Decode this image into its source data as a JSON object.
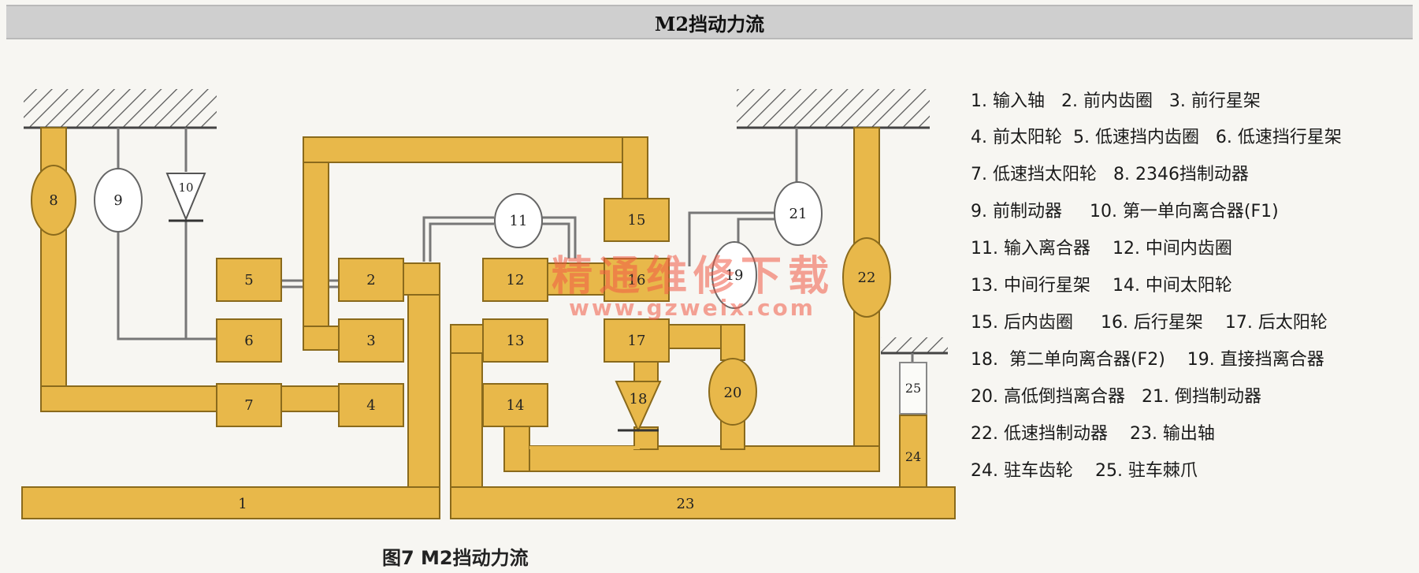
{
  "title": "M2挡动力流",
  "caption": "图7  M2挡动力流",
  "watermark": {
    "text": "精通维修下载",
    "url": "www.gzweix.com"
  },
  "colors": {
    "component_fill": "#e8b84a",
    "line": "#8a6a1c",
    "ground": "#555555",
    "background": "#f7f6f2"
  },
  "components": {
    "c1": "1",
    "c2": "2",
    "c3": "3",
    "c4": "4",
    "c5": "5",
    "c6": "6",
    "c7": "7",
    "c8": "8",
    "c9": "9",
    "c10": "10",
    "c11": "11",
    "c12": "12",
    "c13": "13",
    "c14": "14",
    "c15": "15",
    "c16": "16",
    "c17": "17",
    "c18": "18",
    "c19": "19",
    "c20": "20",
    "c21": "21",
    "c22": "22",
    "c23": "23",
    "c24": "24",
    "c25": "25"
  },
  "legend": [
    "1. 输入轴   2. 前内齿圈   3. 前行星架",
    "4. 前太阳轮  5. 低速挡内齿圈   6. 低速挡行星架",
    "7. 低速挡太阳轮   8. 2346挡制动器",
    "9. 前制动器     10. 第一单向离合器(F1)",
    "11. 输入离合器    12. 中间内齿圈",
    "13. 中间行星架    14. 中间太阳轮",
    "15. 后内齿圈     16. 后行星架    17. 后太阳轮",
    "18.  第二单向离合器(F2)    19. 直接挡离合器",
    "20. 高低倒挡离合器   21. 倒挡制动器",
    "22. 低速挡制动器    23. 输出轴",
    "24. 驻车齿轮    25. 驻车棘爪"
  ]
}
